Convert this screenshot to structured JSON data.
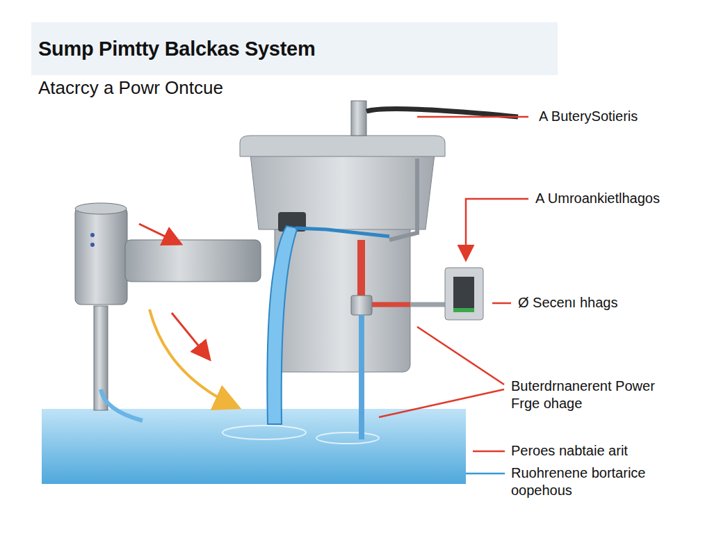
{
  "diagram": {
    "title": "Sump Pimtty Balckas System",
    "labels": [
      "Atacrcy a Powr Ontcue",
      "A ButerySotieris",
      "A Umroankietlhagos",
      "Ø Secenı hhags",
      "Buterdrnanerent Power Frge ohage",
      "Peroes nabtaie arit",
      "Ruohrenene bortarice oopehous"
    ]
  }
}
